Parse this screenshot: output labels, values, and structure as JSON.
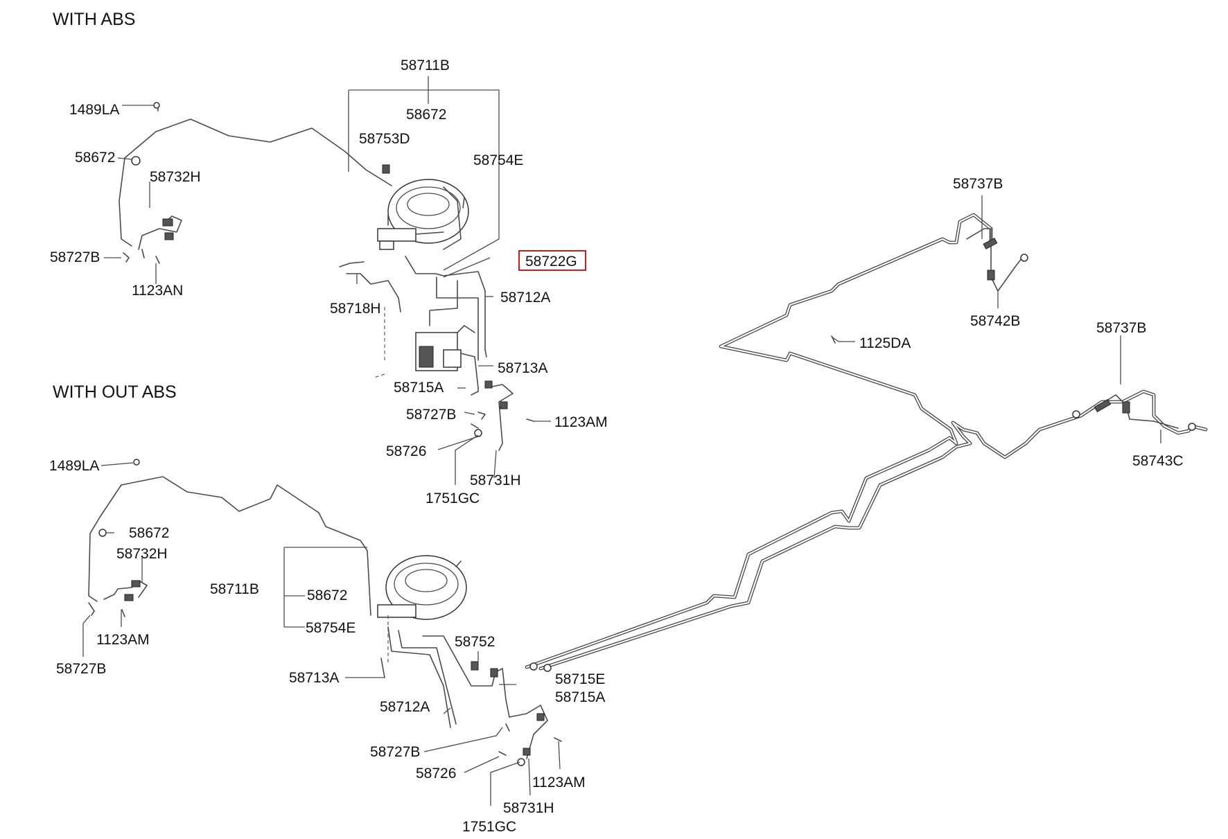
{
  "sections": {
    "with_abs": "WITH ABS",
    "without_abs": "WITH OUT  ABS"
  },
  "highlight_color": "#d11a1a",
  "callouts_top": {
    "p58711B": "58711B",
    "p58672_a": "58672",
    "p1489LA": "1489LA",
    "p58753D": "58753D",
    "p58754E": "58754E",
    "p58672_b": "58672",
    "p58732H": "58732H",
    "p58727B_a": "58727B",
    "p1123AN": "1123AN",
    "p58722G": "58722G",
    "p58712A": "58712A",
    "p58718H": "58718H",
    "p58713A": "58713A",
    "p58715A": "58715A",
    "p58727B_b": "58727B",
    "p1123AM": "1123AM",
    "p58726": "58726",
    "p58731H": "58731H",
    "p1751GC": "1751GC"
  },
  "callouts_rear": {
    "p58737B_a": "58737B",
    "p58742B": "58742B",
    "p1125DA": "1125DA",
    "p58737B_b": "58737B",
    "p58743C": "58743C"
  },
  "callouts_bottom": {
    "p1489LA": "1489LA",
    "p58672_a": "58672",
    "p58732H": "58732H",
    "p58711B": "58711B",
    "p58672_b": "58672",
    "p58754E": "58754E",
    "p1123AM_a": "1123AM",
    "p58727B_a": "58727B",
    "p58752": "58752",
    "p58713A": "58713A",
    "p58715E": "58715E",
    "p58715A": "58715A",
    "p58712A": "58712A",
    "p58727B_b": "58727B",
    "p58726": "58726",
    "p1123AM_b": "1123AM",
    "p58731H": "58731H",
    "p1751GC": "1751GC"
  }
}
